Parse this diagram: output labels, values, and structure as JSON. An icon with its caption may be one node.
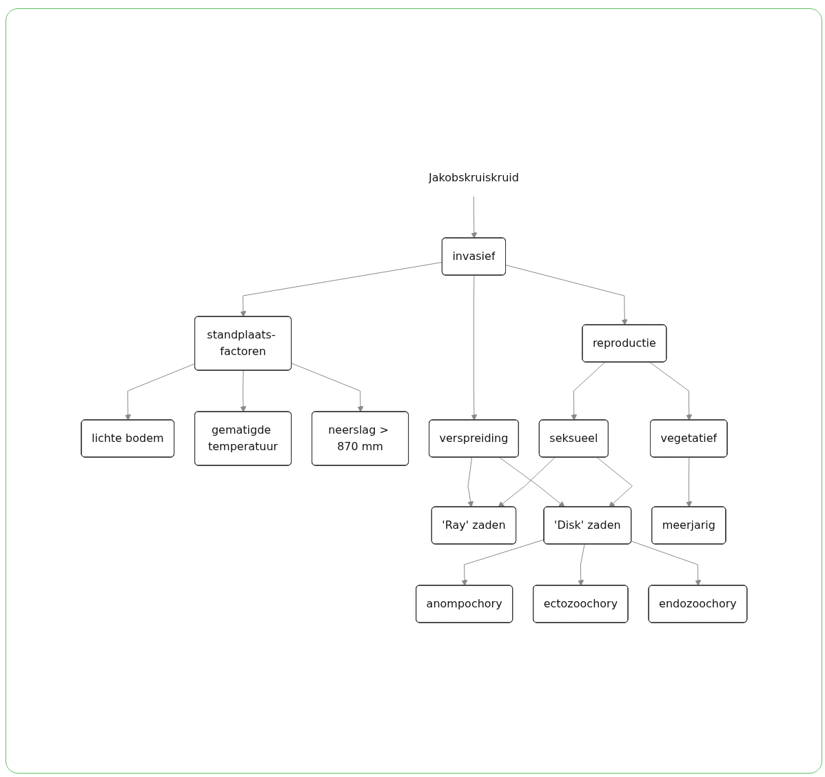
{
  "diagram": {
    "nodes": [
      {
        "text": [
          "Jakobskruiskruid"
        ]
      },
      {
        "text": [
          "invasief"
        ]
      },
      {
        "text": [
          "standplaats- factoren"
        ]
      },
      {
        "text": [
          "verspreiding"
        ]
      },
      {
        "text": [
          "reproductie"
        ]
      },
      {
        "text": [
          "lichte bodem"
        ]
      },
      {
        "text": [
          "gematigde temperatuur"
        ]
      },
      {
        "text": [
          "neerslag > 870 mm"
        ]
      },
      {
        "text": [
          "seksueel"
        ]
      },
      {
        "text": [
          "vegetatief"
        ]
      },
      {
        "text": [
          "'Ray' zaden"
        ]
      },
      {
        "text": [
          "'Disk' zaden"
        ]
      },
      {
        "text": [
          "meerjarig"
        ]
      },
      {
        "text": [
          "anompochory"
        ]
      },
      {
        "text": [
          "ectozoochory"
        ]
      },
      {
        "text": [
          "endozoochory"
        ]
      }
    ],
    "edges": [
      {
        "from": 0,
        "to": 1,
        "arrow": "to"
      },
      {
        "from": 1,
        "to": 2,
        "arrow": "to"
      },
      {
        "from": 1,
        "to": 3,
        "arrow": "to"
      },
      {
        "from": 1,
        "to": 4,
        "arrow": "to"
      },
      {
        "from": 2,
        "to": 5,
        "arrow": "to"
      },
      {
        "from": 2,
        "to": 6,
        "arrow": "to"
      },
      {
        "from": 2,
        "to": 7,
        "arrow": "to"
      },
      {
        "from": 4,
        "to": 8,
        "arrow": "to"
      },
      {
        "from": 4,
        "to": 9,
        "arrow": "to"
      },
      {
        "from": 3,
        "to": 10,
        "arrow": "to"
      },
      {
        "from": 3,
        "to": 11,
        "arrow": "to"
      },
      {
        "from": 8,
        "to": 10,
        "arrow": "to"
      },
      {
        "from": 8,
        "to": 11,
        "arrow": "to"
      },
      {
        "from": 9,
        "to": 12,
        "arrow": "to"
      },
      {
        "from": 11,
        "to": 13,
        "arrow": "to"
      },
      {
        "from": 11,
        "to": 14,
        "arrow": "to"
      },
      {
        "from": 11,
        "to": 15,
        "arrow": "to"
      }
    ]
  }
}
